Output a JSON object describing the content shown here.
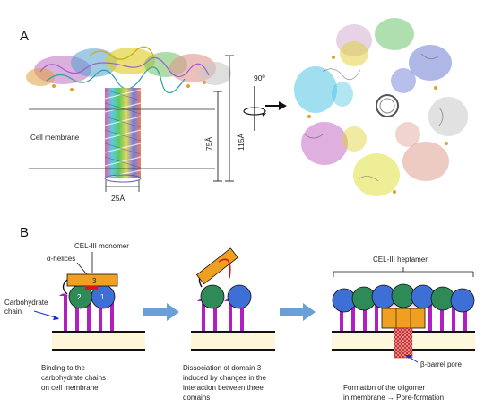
{
  "panel_a": {
    "label": "A",
    "membrane_label": "Cell membrane",
    "dim_width": "25Å",
    "dim_75": "75Å",
    "dim_115": "115Å",
    "rotation": "90º"
  },
  "panel_b": {
    "label": "B",
    "monomer_title": "CEL-III monomer",
    "alpha_helices": "α-helices",
    "domain_3": "3",
    "domain_2": "2",
    "domain_1": "1",
    "carbohydrate_line1": "Carbohydrate",
    "carbohydrate_line2": "chain",
    "heptamer_title": "CEL-III heptamer",
    "barrel_label": "β-barrel pore",
    "caption1": [
      "Binding to the",
      "carbohydrate chains",
      "on cell membrane"
    ],
    "caption2": [
      "Dissociation of domain 3",
      "induced by changes in the",
      "interaction between three",
      "domains"
    ],
    "caption3": [
      "Formation of the oligomer",
      "in membrane → Pore-formation"
    ]
  },
  "colors": {
    "domain_green": "#2e8b57",
    "domain_blue": "#3d6fd6",
    "domain_orange": "#f0a020",
    "helix_red": "#d81818",
    "carbohydrate_magenta": "#b020c0",
    "membrane_fill": "#fdf6d8",
    "arrow_blue": "#6a9fd8"
  }
}
